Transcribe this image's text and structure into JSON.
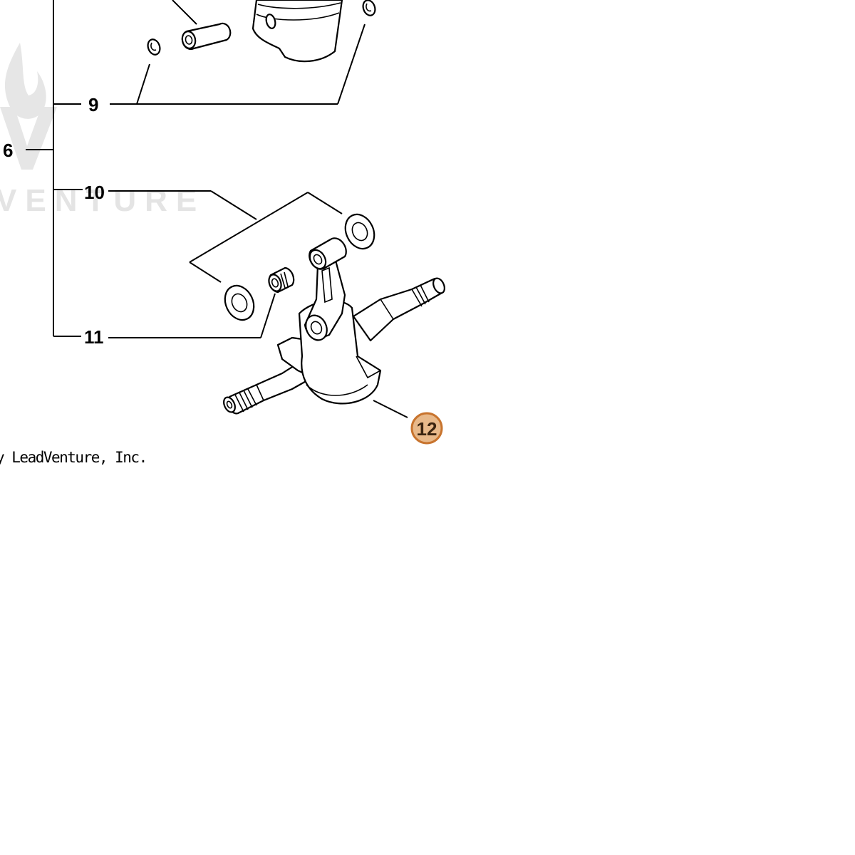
{
  "callouts": {
    "c6": "6",
    "c9": "9",
    "c10": "10",
    "c11": "11",
    "c12": "12"
  },
  "watermark": {
    "text": "VENTURE"
  },
  "copyright": "y LeadVenture, Inc.",
  "colors": {
    "line": "#000000",
    "highlight_fill": "#e8b98a",
    "highlight_stroke": "#c8742e",
    "highlight_text": "#3a2410",
    "watermark": "#e4e4e4"
  },
  "icons": {
    "watermark_logo": "flame-v-logo"
  }
}
